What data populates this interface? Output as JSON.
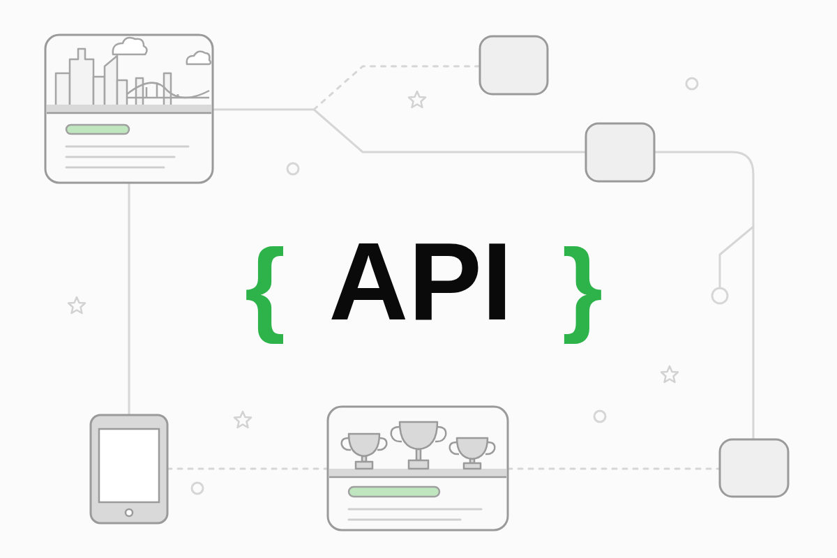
{
  "diagram": {
    "labels": [
      "{",
      "API",
      "}"
    ]
  }
}
